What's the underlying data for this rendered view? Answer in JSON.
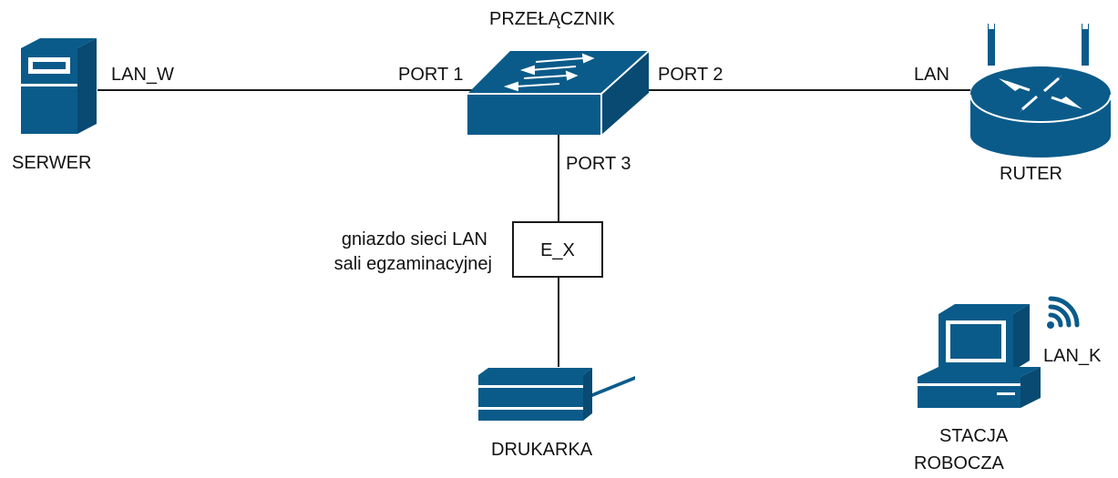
{
  "diagram": {
    "switch_label": "PRZEŁĄCZNIK",
    "server_label": "SERWER",
    "router_label": "RUTER",
    "printer_label": "DRUKARKA",
    "workstation_label_line1": "STACJA",
    "workstation_label_line2": "ROBOCZA",
    "links": {
      "server_iface": "LAN_W",
      "port1": "PORT 1",
      "port2": "PORT 2",
      "router_iface": "LAN",
      "port3": "PORT 3",
      "wifi_iface": "LAN_K"
    },
    "socket": {
      "box_label": "E_X",
      "caption_line1": "gniazdo sieci LAN",
      "caption_line2": "sali egzaminacyjnej"
    }
  },
  "colors": {
    "device_fill": "#0a5b8a",
    "device_light": "#ffffff",
    "line": "#1a1a1a"
  },
  "icons": [
    "server-icon",
    "switch-icon",
    "router-icon",
    "printer-icon",
    "workstation-icon",
    "wifi-icon"
  ]
}
